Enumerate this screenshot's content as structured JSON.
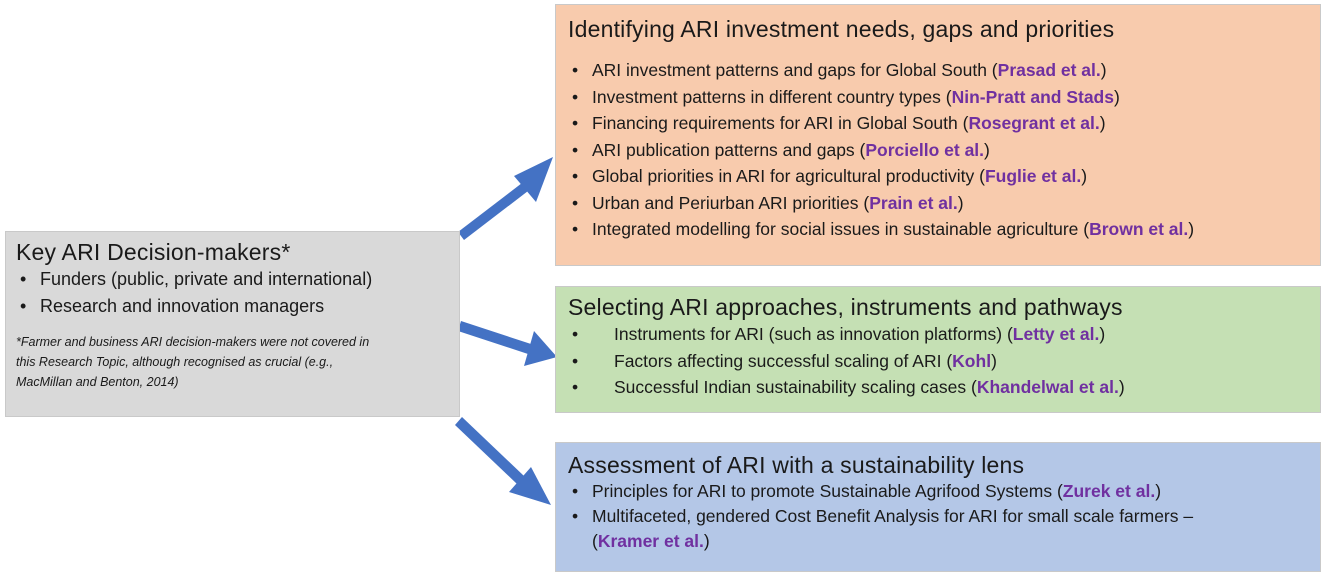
{
  "left": {
    "title": "Key ARI Decision-makers*",
    "items": [
      "Funders (public, private and international)",
      "Research and innovation managers"
    ],
    "note_lines": [
      "*Farmer and business ARI decision-makers were not covered in",
      "this Research Topic, although recognised as crucial (e.g.,",
      "MacMillan and Benton, 2014)"
    ]
  },
  "boxes": [
    {
      "title": "Identifying ARI investment needs, gaps and priorities",
      "color": "#f8cbad",
      "items": [
        {
          "text": "ARI investment patterns and gaps for Global South (",
          "cite": "Prasad et al.",
          "close": ")"
        },
        {
          "text": "Investment patterns in different country types (",
          "cite": "Nin-Pratt and Stads",
          "close": ")"
        },
        {
          "text": "Financing requirements for ARI in Global South (",
          "cite": "Rosegrant et al.",
          "close": ")"
        },
        {
          "text": "ARI publication patterns and gaps (",
          "cite": "Porciello et al.",
          "close": ")"
        },
        {
          "text": "Global priorities in ARI for agricultural productivity (",
          "cite": "Fuglie et al.",
          "close": ")"
        },
        {
          "text": "Urban and Periurban ARI priorities (",
          "cite": "Prain et al.",
          "close": ")"
        },
        {
          "text": "Integrated modelling for social issues in sustainable agriculture (",
          "cite": "Brown et al.",
          "close": ")"
        }
      ]
    },
    {
      "title": "Selecting ARI approaches, instruments and pathways",
      "color": "#c5e0b4",
      "items": [
        {
          "text": "Instruments for ARI (such as innovation platforms) (",
          "cite": "Letty et al.",
          "close": ")"
        },
        {
          "text": "Factors affecting successful scaling of ARI (",
          "cite": "Kohl",
          "close": ")"
        },
        {
          "text": "Successful Indian sustainability scaling cases (",
          "cite": "Khandelwal et al.",
          "close": ")"
        }
      ]
    },
    {
      "title": "Assessment of ARI with a sustainability lens",
      "color": "#b4c7e7",
      "items": [
        {
          "text": "Principles for ARI to promote Sustainable Agrifood Systems  (",
          "cite": "Zurek et al.",
          "close": ")"
        },
        {
          "text": "Multifaceted, gendered Cost Benefit Analysis for ARI for small scale farmers –",
          "cite": "",
          "close": ""
        }
      ],
      "continuation": {
        "text": "(",
        "cite": "Kramer et al.",
        "close": ")"
      }
    }
  ],
  "colors": {
    "arrow": "#4472c4",
    "citation": "#7030a0",
    "left_box": "#d9d9d9"
  }
}
